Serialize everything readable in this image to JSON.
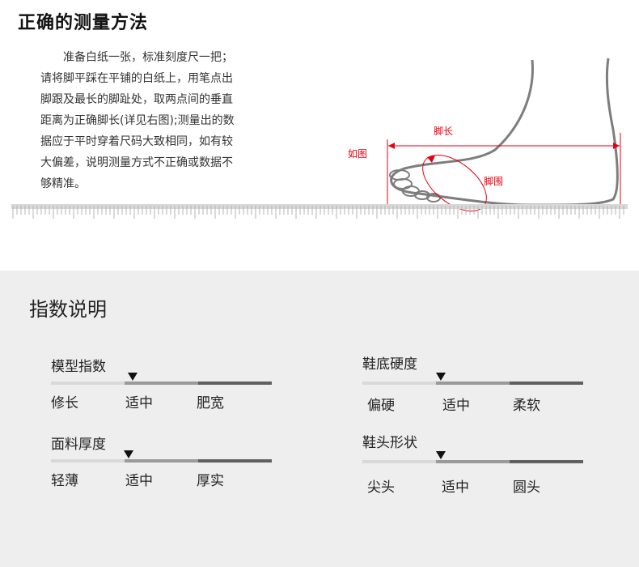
{
  "header": {
    "title": "正确的测量方法"
  },
  "instructions": {
    "lines": [
      "准备白纸一张，标准刻度尺一把；",
      "请将脚平踩在平铺的白纸上，用笔点出",
      "脚跟及最长的脚趾处，取两点间的垂直",
      "距离为正确脚长(详见右图);测量出的数",
      "据应于平时穿着尺码大致相同，如有较",
      "大偏差，说明测量方式不正确或数据不",
      "够精准。"
    ]
  },
  "diagram": {
    "foot_length_label": "脚长",
    "as_shown_label": "如图",
    "girth_label": "脚围",
    "accent_color": "#e60012"
  },
  "index_panel": {
    "title": "指数说明",
    "indices": [
      {
        "name": "模型指数",
        "labels": [
          "修长",
          "适中",
          "肥宽"
        ],
        "selected": "适中"
      },
      {
        "name": "鞋底硬度",
        "labels": [
          "偏硬",
          "适中",
          "柔软"
        ],
        "selected": "适中"
      },
      {
        "name": "面料厚度",
        "labels": [
          "轻薄",
          "适中",
          "厚实"
        ],
        "selected": "适中"
      },
      {
        "name": "鞋头形状",
        "labels": [
          "尖头",
          "适中",
          "圆头"
        ],
        "selected": "适中"
      }
    ]
  }
}
